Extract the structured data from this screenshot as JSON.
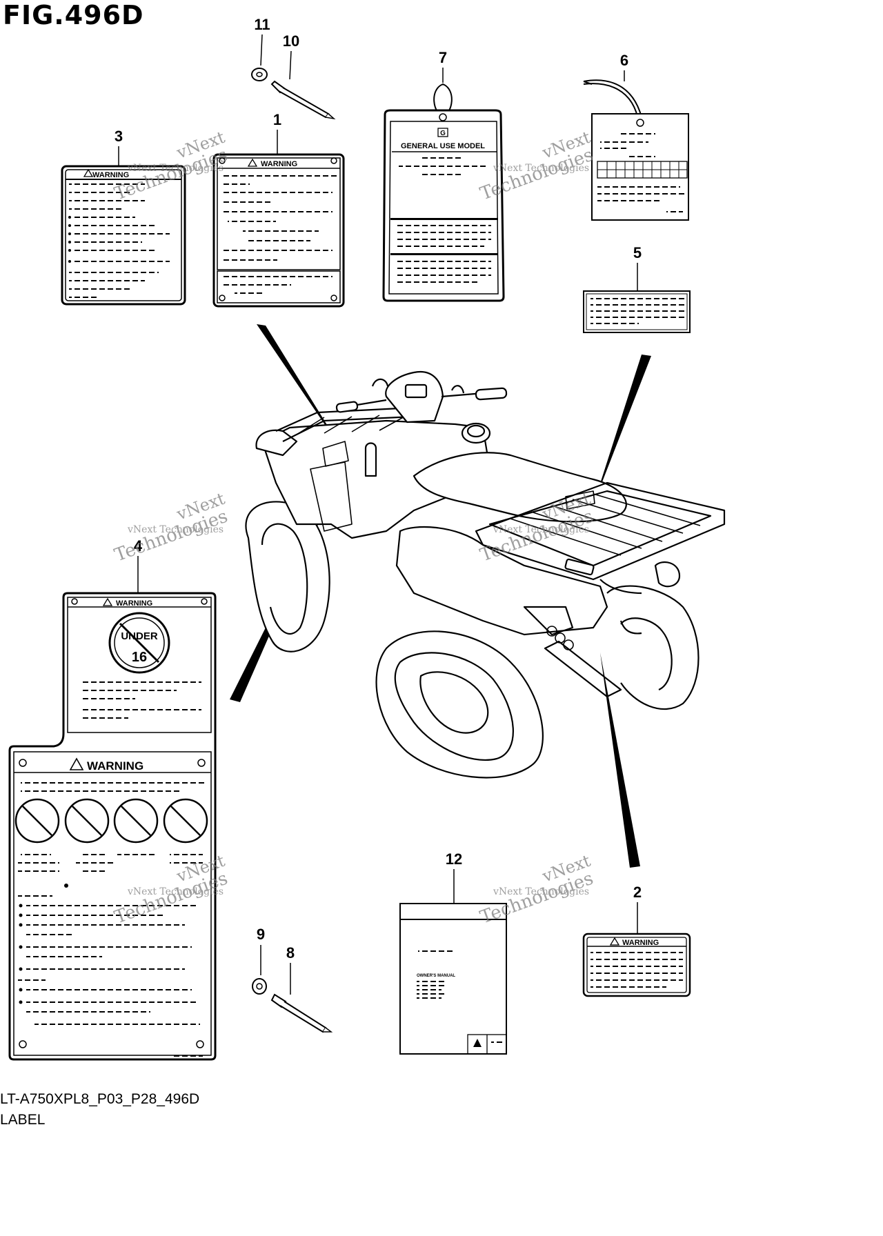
{
  "figure": {
    "title": "FIG.496D"
  },
  "footer": {
    "code": "LT-A750XPL8_P03_P28_496D",
    "caption": "LABEL"
  },
  "callouts": {
    "c1": "1",
    "c2": "2",
    "c3": "3",
    "c4": "4",
    "c5": "5",
    "c6": "6",
    "c7": "7",
    "c8": "8",
    "c9": "9",
    "c10": "10",
    "c11": "11",
    "c12": "12"
  },
  "labels": {
    "warning": "WARNING",
    "general_use_model": "GENERAL USE MODEL",
    "tag_letter": "G",
    "under": "UNDER",
    "age": "16",
    "owners_manual": "OWNER'S MANUAL"
  },
  "watermark": {
    "line1": "vNext Technologies",
    "line2": "vNext",
    "line3": "Technologies"
  }
}
